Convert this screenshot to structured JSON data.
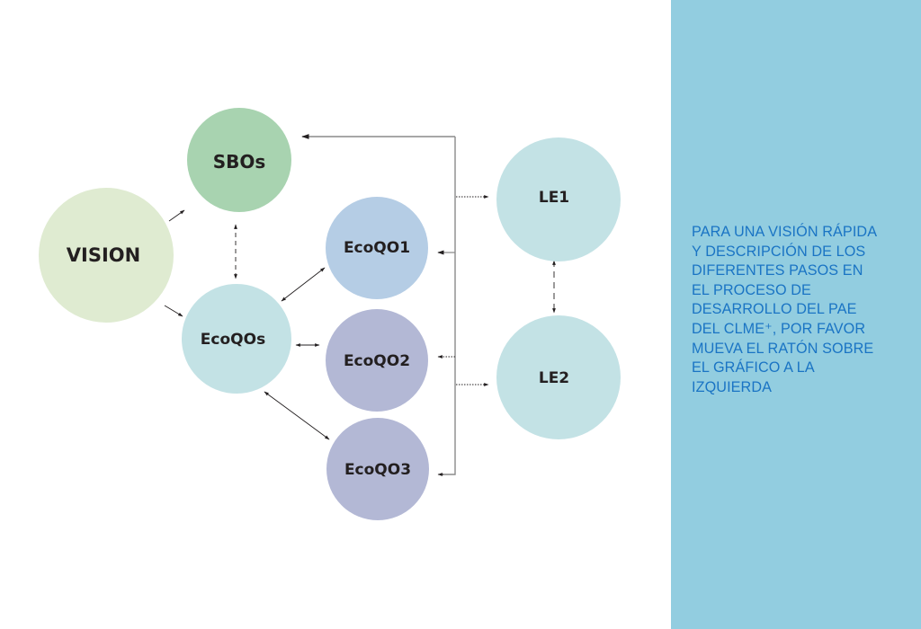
{
  "diagram": {
    "nodes": [
      {
        "id": "vision",
        "label": "VISION",
        "color": "#dfebd1"
      },
      {
        "id": "sbos",
        "label": "SBOs",
        "color": "#a8d3b0"
      },
      {
        "id": "ecoqos",
        "label": "EcoQOs",
        "color": "#c3e2e5"
      },
      {
        "id": "ecoqo1",
        "label": "EcoQO1",
        "color": "#b5cde5"
      },
      {
        "id": "ecoqo2",
        "label": "EcoQO2",
        "color": "#b3b8d5"
      },
      {
        "id": "ecoqo3",
        "label": "EcoQO3",
        "color": "#b3b8d5"
      },
      {
        "id": "le1",
        "label": "LE1",
        "color": "#c3e2e5"
      },
      {
        "id": "le2",
        "label": "LE2",
        "color": "#c3e2e5"
      }
    ],
    "edges": [
      {
        "from": "vision",
        "to": "sbos",
        "style": "solid",
        "direction": "forward"
      },
      {
        "from": "vision",
        "to": "ecoqos",
        "style": "solid",
        "direction": "forward"
      },
      {
        "from": "sbos",
        "to": "ecoqos",
        "style": "dashed",
        "direction": "both"
      },
      {
        "from": "ecoqos",
        "to": "ecoqo1",
        "style": "solid",
        "direction": "both"
      },
      {
        "from": "ecoqos",
        "to": "ecoqo2",
        "style": "solid",
        "direction": "both"
      },
      {
        "from": "ecoqos",
        "to": "ecoqo3",
        "style": "solid",
        "direction": "both"
      },
      {
        "from": "le1",
        "to": "le2",
        "style": "dashed",
        "direction": "both"
      },
      {
        "from": "bus",
        "to": "sbos",
        "style": "solid",
        "direction": "forward"
      },
      {
        "from": "bus",
        "to": "le1",
        "style": "dotted",
        "direction": "forward"
      },
      {
        "from": "bus",
        "to": "ecoqo1",
        "style": "solid",
        "direction": "forward"
      },
      {
        "from": "bus",
        "to": "ecoqo2",
        "style": "dotted",
        "direction": "forward"
      },
      {
        "from": "bus",
        "to": "le2",
        "style": "dotted",
        "direction": "forward"
      },
      {
        "from": "bus",
        "to": "ecoqo3",
        "style": "solid",
        "direction": "forward"
      }
    ]
  },
  "panel": {
    "background": "#92cde0",
    "text_color": "#1a74c4",
    "lines": [
      "PARA UNA VISIÓN RÁPIDA",
      "Y DESCRIPCIÓN DE LOS",
      "DIFERENTES PASOS EN",
      "EL PROCESO DE",
      "DESARROLLO DEL PAE",
      "DEL CLME⁺, POR FAVOR",
      "MUEVA EL RATÓN SOBRE",
      "EL GRÁFICO A LA",
      "IZQUIERDA"
    ]
  }
}
